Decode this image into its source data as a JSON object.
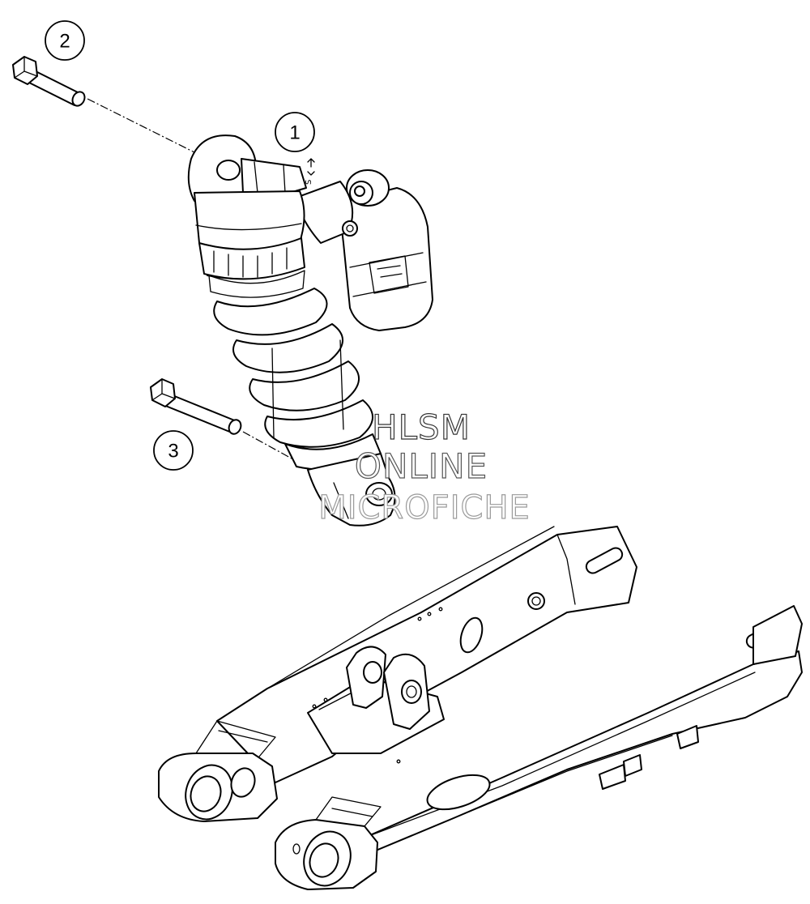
{
  "callouts": [
    {
      "id": "1",
      "label": "1"
    },
    {
      "id": "2",
      "label": "2"
    },
    {
      "id": "3",
      "label": "3"
    }
  ],
  "watermark": {
    "line1": "HLSM",
    "line2": "ONLINE",
    "line3": "MICROFICHE",
    "colors": [
      "#333333",
      "#555555",
      "#9a9a9a"
    ]
  },
  "shock_label": "S",
  "colors": {
    "line": "#000000",
    "background": "#ffffff"
  }
}
